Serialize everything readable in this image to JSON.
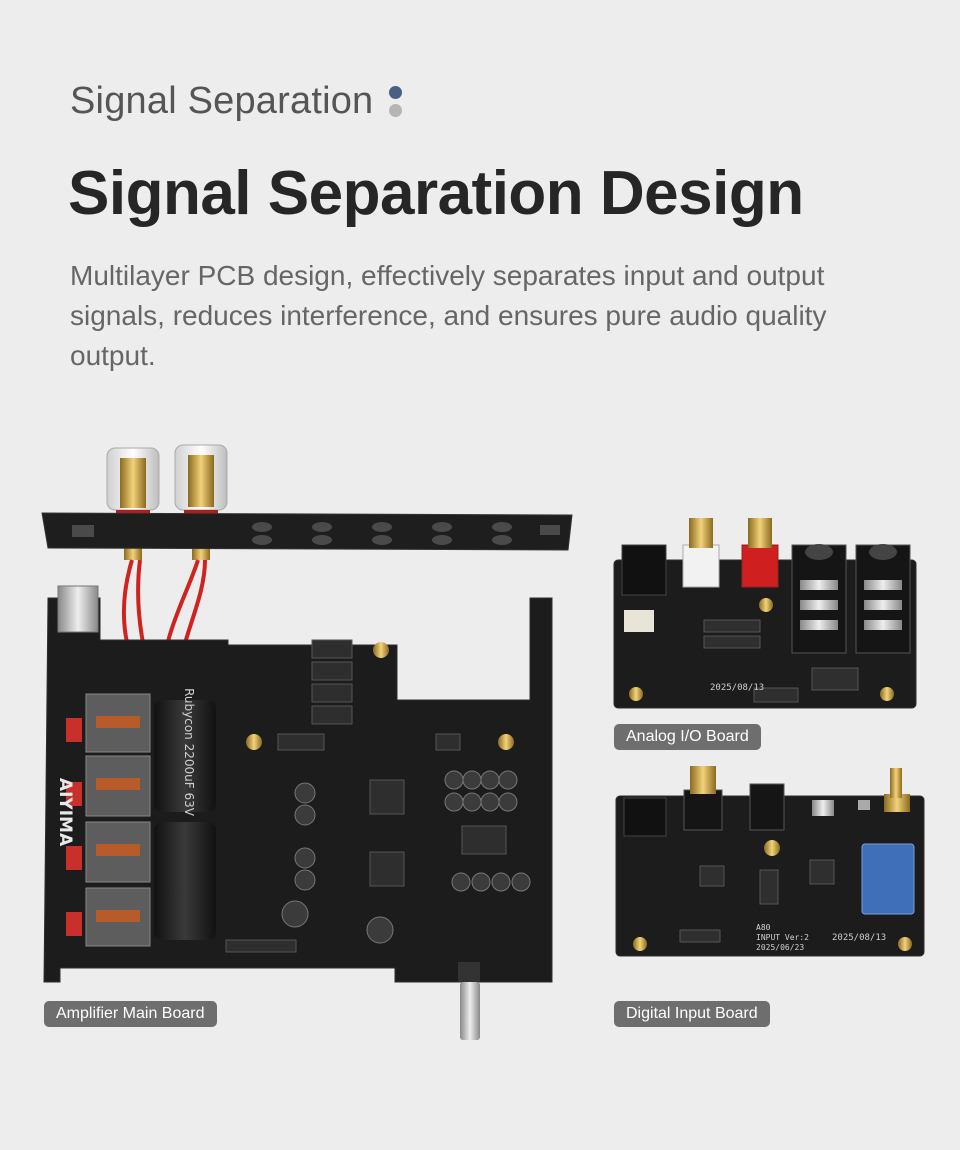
{
  "header": {
    "eyebrow": "Signal Separation",
    "title": "Signal Separation Design",
    "description": "Multilayer PCB design, effectively separates input and output signals, reduces interference, and ensures pure audio quality output."
  },
  "labels": {
    "amplifier_main_board": "Amplifier Main Board",
    "analog_io_board": "Analog I/O Board",
    "digital_input_board": "Digital Input Board"
  },
  "board_markings": {
    "brand": "AIYIMA",
    "analog_date": "2025/08/13",
    "digital_date_right": "2025/08/13",
    "digital_model": "A80",
    "digital_version": "INPUT Ver:2",
    "digital_date_left": "2025/06/23",
    "capacitor_text": "Rubycon 2200uF 63V"
  },
  "colors": {
    "background": "#ededed",
    "accent_dot": "#4a5f82",
    "pcb": "#1c1c1c",
    "tag_bg": "#6e6e6e"
  }
}
